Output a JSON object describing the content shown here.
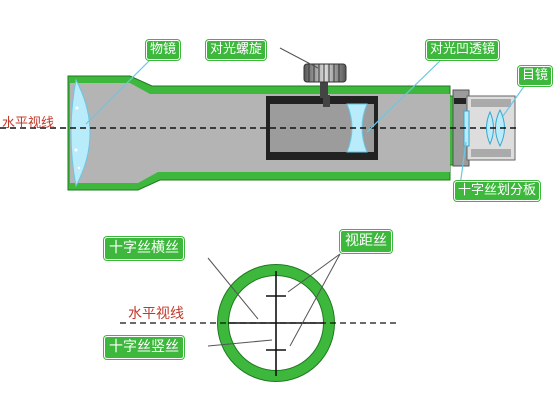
{
  "labels": {
    "objective_lens": "物镜",
    "focus_knob": "对光螺旋",
    "concave_lens": "对光凹透镜",
    "eyepiece": "目镜",
    "horizontal_sight_line_top": "水平视线",
    "reticle_plate": "十字丝划分板",
    "crosshair_horizontal": "十字丝横丝",
    "stadia_hairs": "视距丝",
    "horizontal_sight_line_bottom": "水平视线",
    "crosshair_vertical": "十字丝竖丝"
  },
  "colors": {
    "tube_green": "#3db83d",
    "tube_gray": "#b4b4b4",
    "lens_blue": "#b9ecfb",
    "sight_line_red": "#c0392b",
    "label_bg": "#3db83d"
  }
}
